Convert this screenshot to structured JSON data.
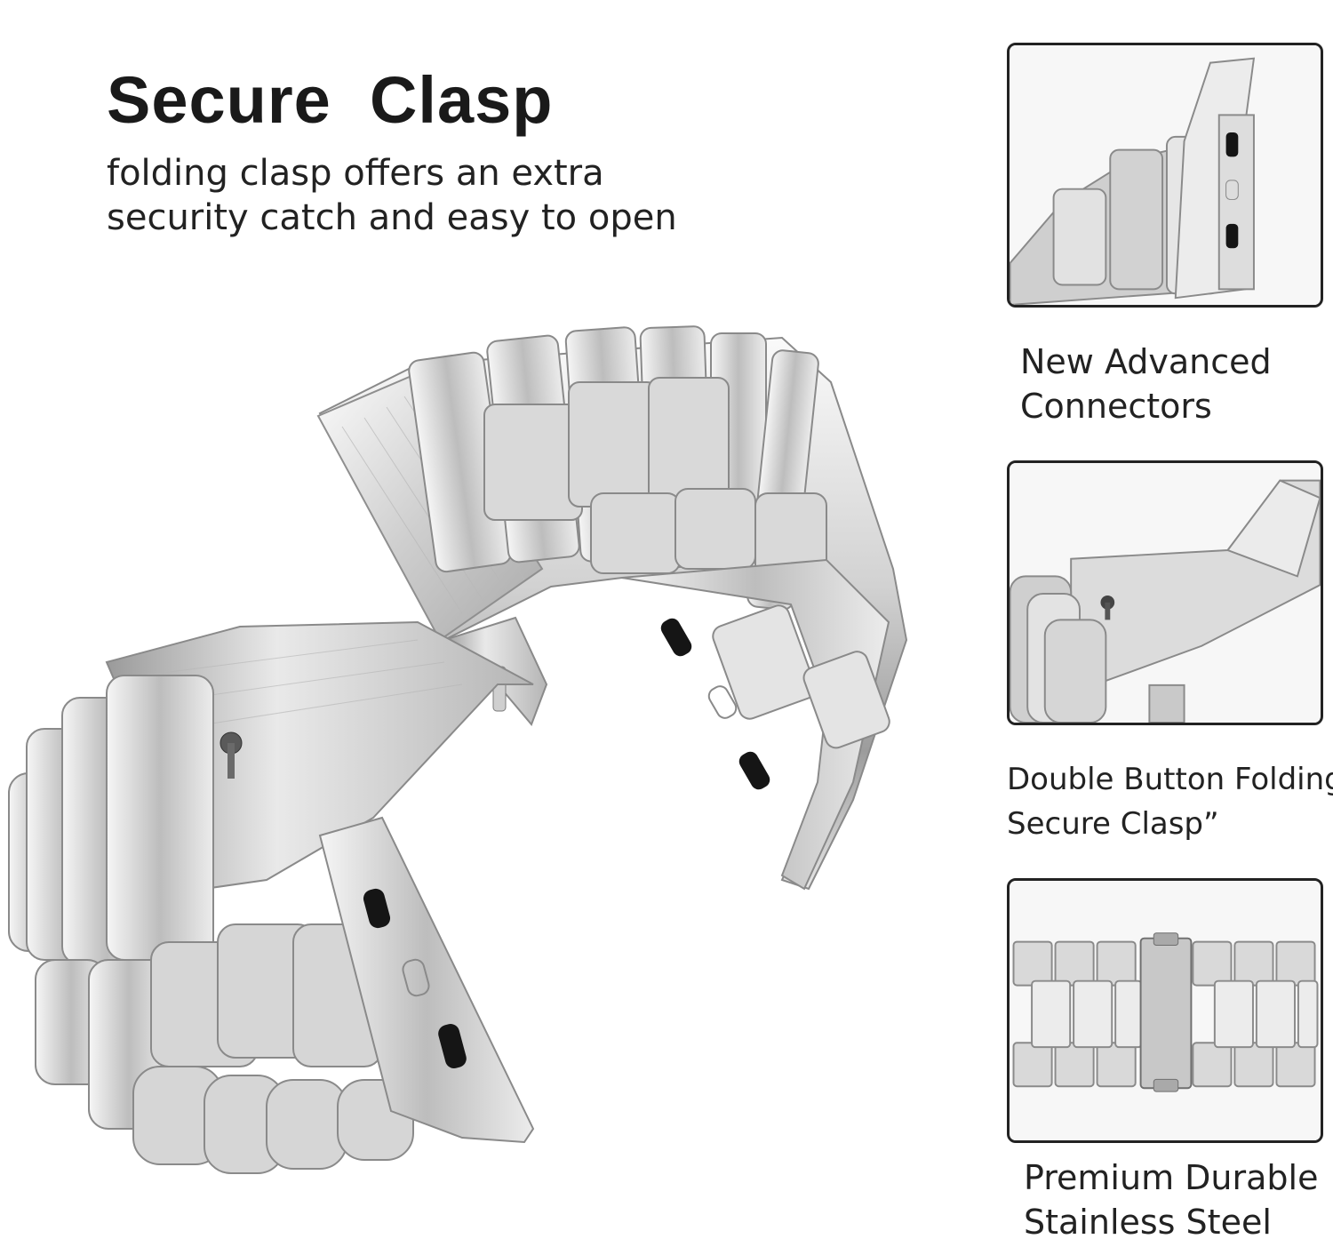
{
  "hero": {
    "title": "Secure  Clasp",
    "subtitle_lines": [
      "folding clasp offers an extra",
      "security catch and easy to open"
    ]
  },
  "features": [
    {
      "caption_lines": [
        "New Advanced",
        "Connectors"
      ]
    },
    {
      "caption_lines": [
        "Double Button Folding",
        "Secure Clasp”"
      ]
    },
    {
      "caption_lines": [
        "Premium Durable",
        "Stainless Steel"
      ]
    }
  ],
  "colors": {
    "steel_light": "#f2f2f2",
    "steel_mid": "#c4c4c4",
    "steel_dark": "#7a7a7a",
    "slot_black": "#151515",
    "frame_border": "#222222"
  }
}
